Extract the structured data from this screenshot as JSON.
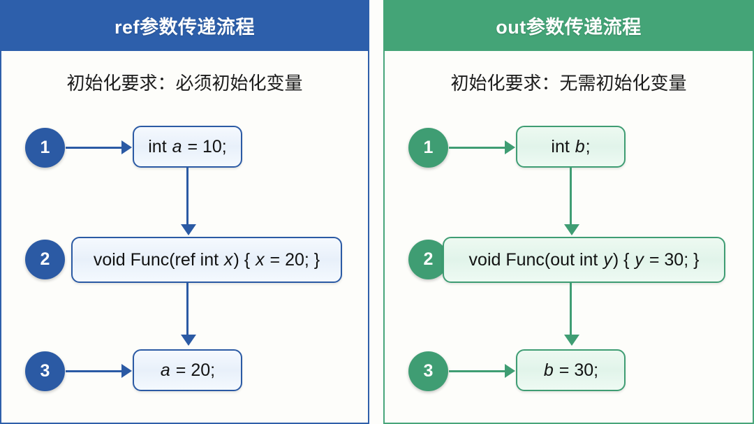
{
  "panels": [
    {
      "id": "ref",
      "title": "ref参数传递流程",
      "subtitle": "初始化要求：必须初始化变量",
      "accent_color": "#2d5fab",
      "border_color": "#2b5aa4",
      "steps": [
        {
          "number": "1",
          "code_prefix": "int ",
          "code_italic": "a",
          "code_suffix": " = 10;"
        },
        {
          "number": "2",
          "code_prefix": "void Func(ref int ",
          "code_italic": "x",
          "code_suffix": ") { ",
          "code_italic2": "x",
          "code_suffix2": " = 20; }"
        },
        {
          "number": "3",
          "code_prefix": "",
          "code_italic": "a",
          "code_suffix": " = 20;"
        }
      ]
    },
    {
      "id": "out",
      "title": "out参数传递流程",
      "subtitle": "初始化要求：无需初始化变量",
      "accent_color": "#44a477",
      "border_color": "#3f9d73",
      "steps": [
        {
          "number": "1",
          "code_prefix": "int ",
          "code_italic": "b",
          "code_suffix": ";"
        },
        {
          "number": "2",
          "code_prefix": "void Func(out int ",
          "code_italic": "y",
          "code_suffix": ") { ",
          "code_italic2": "y",
          "code_suffix2": " = 30; }"
        },
        {
          "number": "3",
          "code_prefix": "",
          "code_italic": "b",
          "code_suffix": " = 30;"
        }
      ]
    }
  ]
}
